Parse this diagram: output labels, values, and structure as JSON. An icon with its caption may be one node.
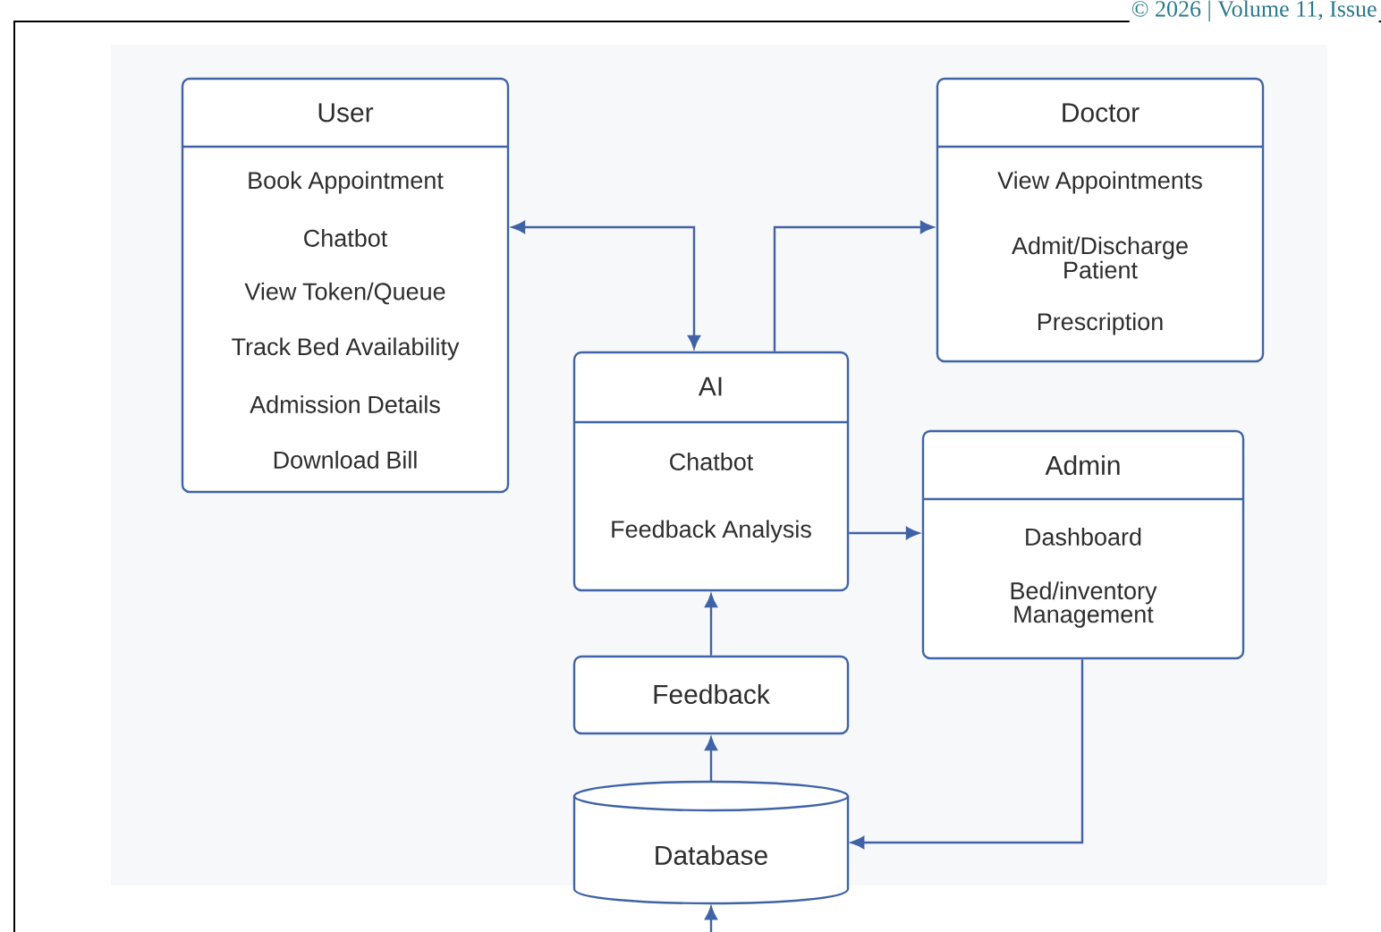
{
  "diagram": {
    "nodes": [
      {
        "text": [
          "User",
          "Book Appointment",
          "Chatbot",
          "View Token/Queue",
          "Track Bed Availability",
          "Admission Details",
          "Download Bill"
        ]
      },
      {
        "text": [
          "Doctor",
          "View Appointments",
          "Admit/Discharge Patient",
          "Prescription"
        ]
      },
      {
        "text": [
          "AI",
          "Chatbot",
          "Feedback Analysis"
        ]
      },
      {
        "text": [
          "Admin",
          "Dashboard",
          "Bed/inventory Management"
        ]
      },
      {
        "text": [
          "Feedback"
        ]
      },
      {
        "text": [
          "Database"
        ]
      }
    ],
    "edges": [
      {
        "from": 0,
        "to": 2,
        "arrow": "both"
      },
      {
        "from": 2,
        "to": 1,
        "arrow": "to"
      },
      {
        "from": 2,
        "to": 3,
        "arrow": "to"
      },
      {
        "from": 4,
        "to": 2,
        "arrow": "to"
      },
      {
        "from": 5,
        "to": 4,
        "arrow": "to"
      },
      {
        "from": 3,
        "to": 5,
        "arrow": "to"
      },
      {
        "from": null,
        "to": 5,
        "arrow": "to"
      }
    ],
    "labels": [
      "© 2026 | Volume 11, Issue"
    ]
  }
}
